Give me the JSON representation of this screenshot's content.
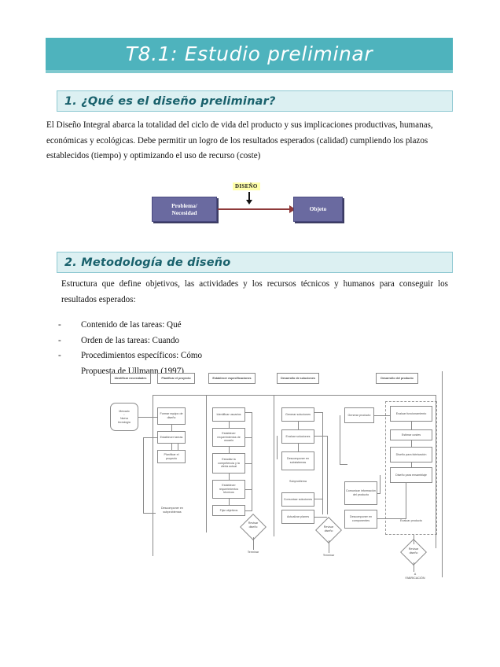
{
  "document": {
    "title": "T8.1: Estudio preliminar"
  },
  "sections": [
    {
      "id": "sec1",
      "heading": "1. ¿Qué es el diseño preliminar?",
      "paragraph": "El Diseño Integral abarca la totalidad del ciclo de vida del producto y sus implicaciones productivas, humanas, económicas y ecológicas. Debe permitir un logro de los resultados esperados (calidad) cumpliendo los plazos establecidos (tiempo) y optimizando el uso de recurso (coste)"
    },
    {
      "id": "sec2",
      "heading": "2. Metodología de diseño",
      "paragraph": "Estructura que define objetivos, las actividades y los recursos técnicos y humanos para conseguir los resultados esperados:",
      "bullets": [
        {
          "marker": "-",
          "text": "Contenido de las tareas: Qué"
        },
        {
          "marker": "-",
          "text": "Orden de las tareas: Cuando"
        },
        {
          "marker": "-",
          "text": "Procedimientos específicos: Cómo"
        }
      ],
      "sub_line": "Propuesta de Ullmann (1997)"
    }
  ],
  "diagram_design": {
    "left_box": "Problema/\nNecesidad",
    "right_box": "Objeto",
    "arrow_label": "DISEÑO",
    "colors": {
      "box_fill": "#6a6aa0",
      "arrow": "#8e3a3a",
      "label_fill": "#ffffaa"
    }
  },
  "flowchart": {
    "caption": "Propuesta de Ullmann (1997)",
    "columns": [
      "Identificar necesidades",
      "Planificar el proyecto",
      "Establecer especificaciones",
      "Desarrollo de soluciones",
      "Desarrollo del producto"
    ],
    "nodes": {
      "mercado": "Mercado\n↓\nNueva\ntecnología",
      "formar_equipo": "Formar equipo de diseño",
      "establecer_tareas": "Establecer tareas",
      "planificar_proyecto": "Planificar el proyecto",
      "descomponer_subproblemas": "Descomponer en subproblemas",
      "identificar_usuarios": "Identificar usuarios",
      "requerimientos_usuario": "Establecer requerimientos de usuario",
      "estudiar_competencia": "Estudiar la competencia y la oferta actual",
      "requerimientos_tecnicos": "Establecer requerimientos técnicos",
      "fijar_objetivos": "Fijar objetivos",
      "generar_soluciones": "Generar soluciones",
      "evaluar_soluciones": "Evaluar soluciones",
      "descomponer_subsistemas": "Descomponer en subsistemas",
      "subproblema": "Subproblema",
      "comunicar_soluciones": "Comunicar soluciones",
      "actualizar_planes": "Actualizar planes",
      "generar_producto": "Generar producto",
      "evaluar_funcionamiento": "Evaluar funcionamiento",
      "estimar_costes": "Estimar costes",
      "diseno_fabricacion": "Diseño para fabricación",
      "diseno_ensamblaje": "Diseño para ensamblaje",
      "comunicar_informacion": "Comunicar información del producto",
      "descomponer_componentes": "Descomponer en componentes",
      "evaluar_producto": "Evaluar producto"
    },
    "decisions": [
      {
        "label": "Revisar\ndiseño",
        "exit": "Terminar"
      },
      {
        "label": "Revisar\ndiseño",
        "exit": "Terminar"
      },
      {
        "label": "Revisar\ndiseño",
        "exit": "A\nFABRICACIÓN"
      }
    ]
  },
  "theme": {
    "banner": "#4eb3bd",
    "section_bg": "#dcf0f2",
    "section_border": "#8fc9d2",
    "section_text": "#19616c"
  }
}
